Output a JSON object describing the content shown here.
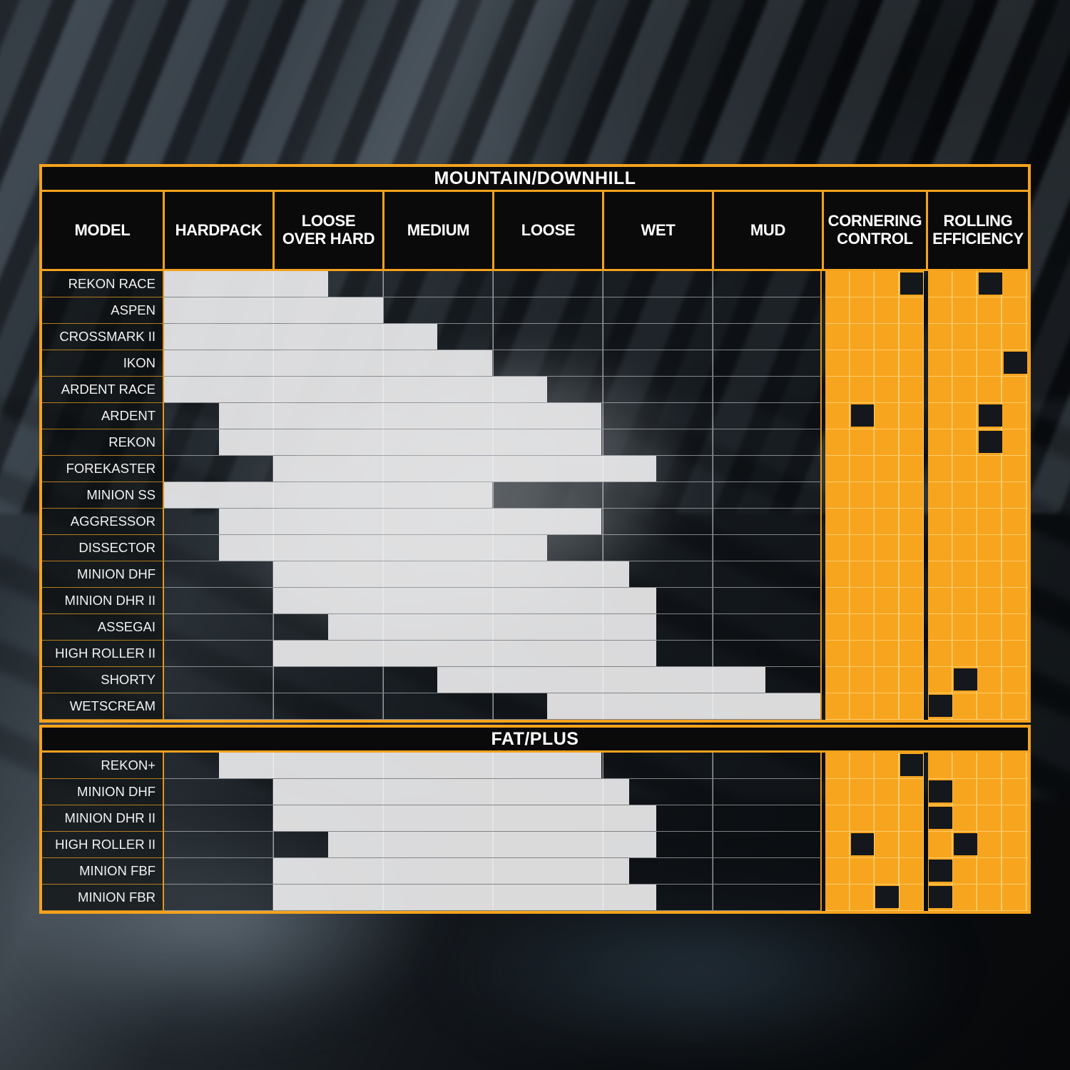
{
  "sections": {
    "mountain_title": "MOUNTAIN/DOWNHILL",
    "fat_title": "FAT/PLUS"
  },
  "columns": [
    "MODEL",
    "HARDPACK",
    "LOOSE OVER HARD",
    "MEDIUM",
    "LOOSE",
    "WET",
    "MUD",
    "CORNERING CONTROL",
    "ROLLING EFFICIENCY"
  ],
  "colors": {
    "accent_orange": "#F5A21D",
    "rating_band_orange": "#F7A51E",
    "range_bar_white": "#E9EAEB",
    "header_black": "#0A0A0B"
  },
  "chart_data": {
    "type": "table",
    "title": "MOUNTAIN/DOWNHILL",
    "subtitle_section": "FAT/PLUS",
    "terrain_scale": [
      "HARDPACK",
      "LOOSE OVER HARD",
      "MEDIUM",
      "LOOSE",
      "WET",
      "MUD"
    ],
    "terrain_axis_units": "columns 0-6, range bars can start/end at half columns",
    "rating_cells": 4,
    "rating_note": "orange band of 4 cells; dark cell marks rating position (null = solid orange band)",
    "mountain_rows": [
      {
        "model": "REKON RACE",
        "range_start": 0,
        "range_end": 1.5,
        "cornering_marker": 4,
        "rolling_marker": 3
      },
      {
        "model": "ASPEN",
        "range_start": 0,
        "range_end": 2,
        "cornering_marker": null,
        "rolling_marker": null
      },
      {
        "model": "CROSSMARK II",
        "range_start": 0,
        "range_end": 2.5,
        "cornering_marker": null,
        "rolling_marker": null
      },
      {
        "model": "IKON",
        "range_start": 0,
        "range_end": 3,
        "cornering_marker": null,
        "rolling_marker": 4
      },
      {
        "model": "ARDENT RACE",
        "range_start": 0,
        "range_end": 3.5,
        "cornering_marker": null,
        "rolling_marker": null
      },
      {
        "model": "ARDENT",
        "range_start": 0.5,
        "range_end": 4,
        "cornering_marker": 2,
        "rolling_marker": 3
      },
      {
        "model": "REKON",
        "range_start": 0.5,
        "range_end": 4,
        "cornering_marker": null,
        "rolling_marker": 3
      },
      {
        "model": "FOREKASTER",
        "range_start": 1,
        "range_end": 4.5,
        "cornering_marker": null,
        "rolling_marker": null
      },
      {
        "model": "MINION SS",
        "range_start": 0,
        "range_end": 3,
        "cornering_marker": null,
        "rolling_marker": null
      },
      {
        "model": "AGGRESSOR",
        "range_start": 0.5,
        "range_end": 4,
        "cornering_marker": null,
        "rolling_marker": null
      },
      {
        "model": "DISSECTOR",
        "range_start": 0.5,
        "range_end": 3.5,
        "cornering_marker": null,
        "rolling_marker": null
      },
      {
        "model": "MINION DHF",
        "range_start": 1,
        "range_end": 4.25,
        "cornering_marker": null,
        "rolling_marker": null
      },
      {
        "model": "MINION DHR II",
        "range_start": 1,
        "range_end": 4.5,
        "cornering_marker": null,
        "rolling_marker": null
      },
      {
        "model": "ASSEGAI",
        "range_start": 1.5,
        "range_end": 4.5,
        "cornering_marker": null,
        "rolling_marker": null
      },
      {
        "model": "HIGH ROLLER II",
        "range_start": 1,
        "range_end": 4.5,
        "cornering_marker": null,
        "rolling_marker": null
      },
      {
        "model": "SHORTY",
        "range_start": 2.5,
        "range_end": 5.5,
        "cornering_marker": null,
        "rolling_marker": 2
      },
      {
        "model": "WETSCREAM",
        "range_start": 3.5,
        "range_end": 6,
        "cornering_marker": null,
        "rolling_marker": 1
      }
    ],
    "fat_rows": [
      {
        "model": "REKON+",
        "range_start": 0.5,
        "range_end": 4,
        "cornering_marker": 4,
        "rolling_marker": null
      },
      {
        "model": "MINION DHF",
        "range_start": 1,
        "range_end": 4.25,
        "cornering_marker": null,
        "rolling_marker": 1
      },
      {
        "model": "MINION DHR II",
        "range_start": 1,
        "range_end": 4.5,
        "cornering_marker": null,
        "rolling_marker": 1
      },
      {
        "model": "HIGH ROLLER II",
        "range_start": 1.5,
        "range_end": 4.5,
        "cornering_marker": 2,
        "rolling_marker": 2
      },
      {
        "model": "MINION FBF",
        "range_start": 1,
        "range_end": 4.25,
        "cornering_marker": null,
        "rolling_marker": 1
      },
      {
        "model": "MINION FBR",
        "range_start": 1,
        "range_end": 4.5,
        "cornering_marker": 3,
        "rolling_marker": 1
      }
    ]
  }
}
